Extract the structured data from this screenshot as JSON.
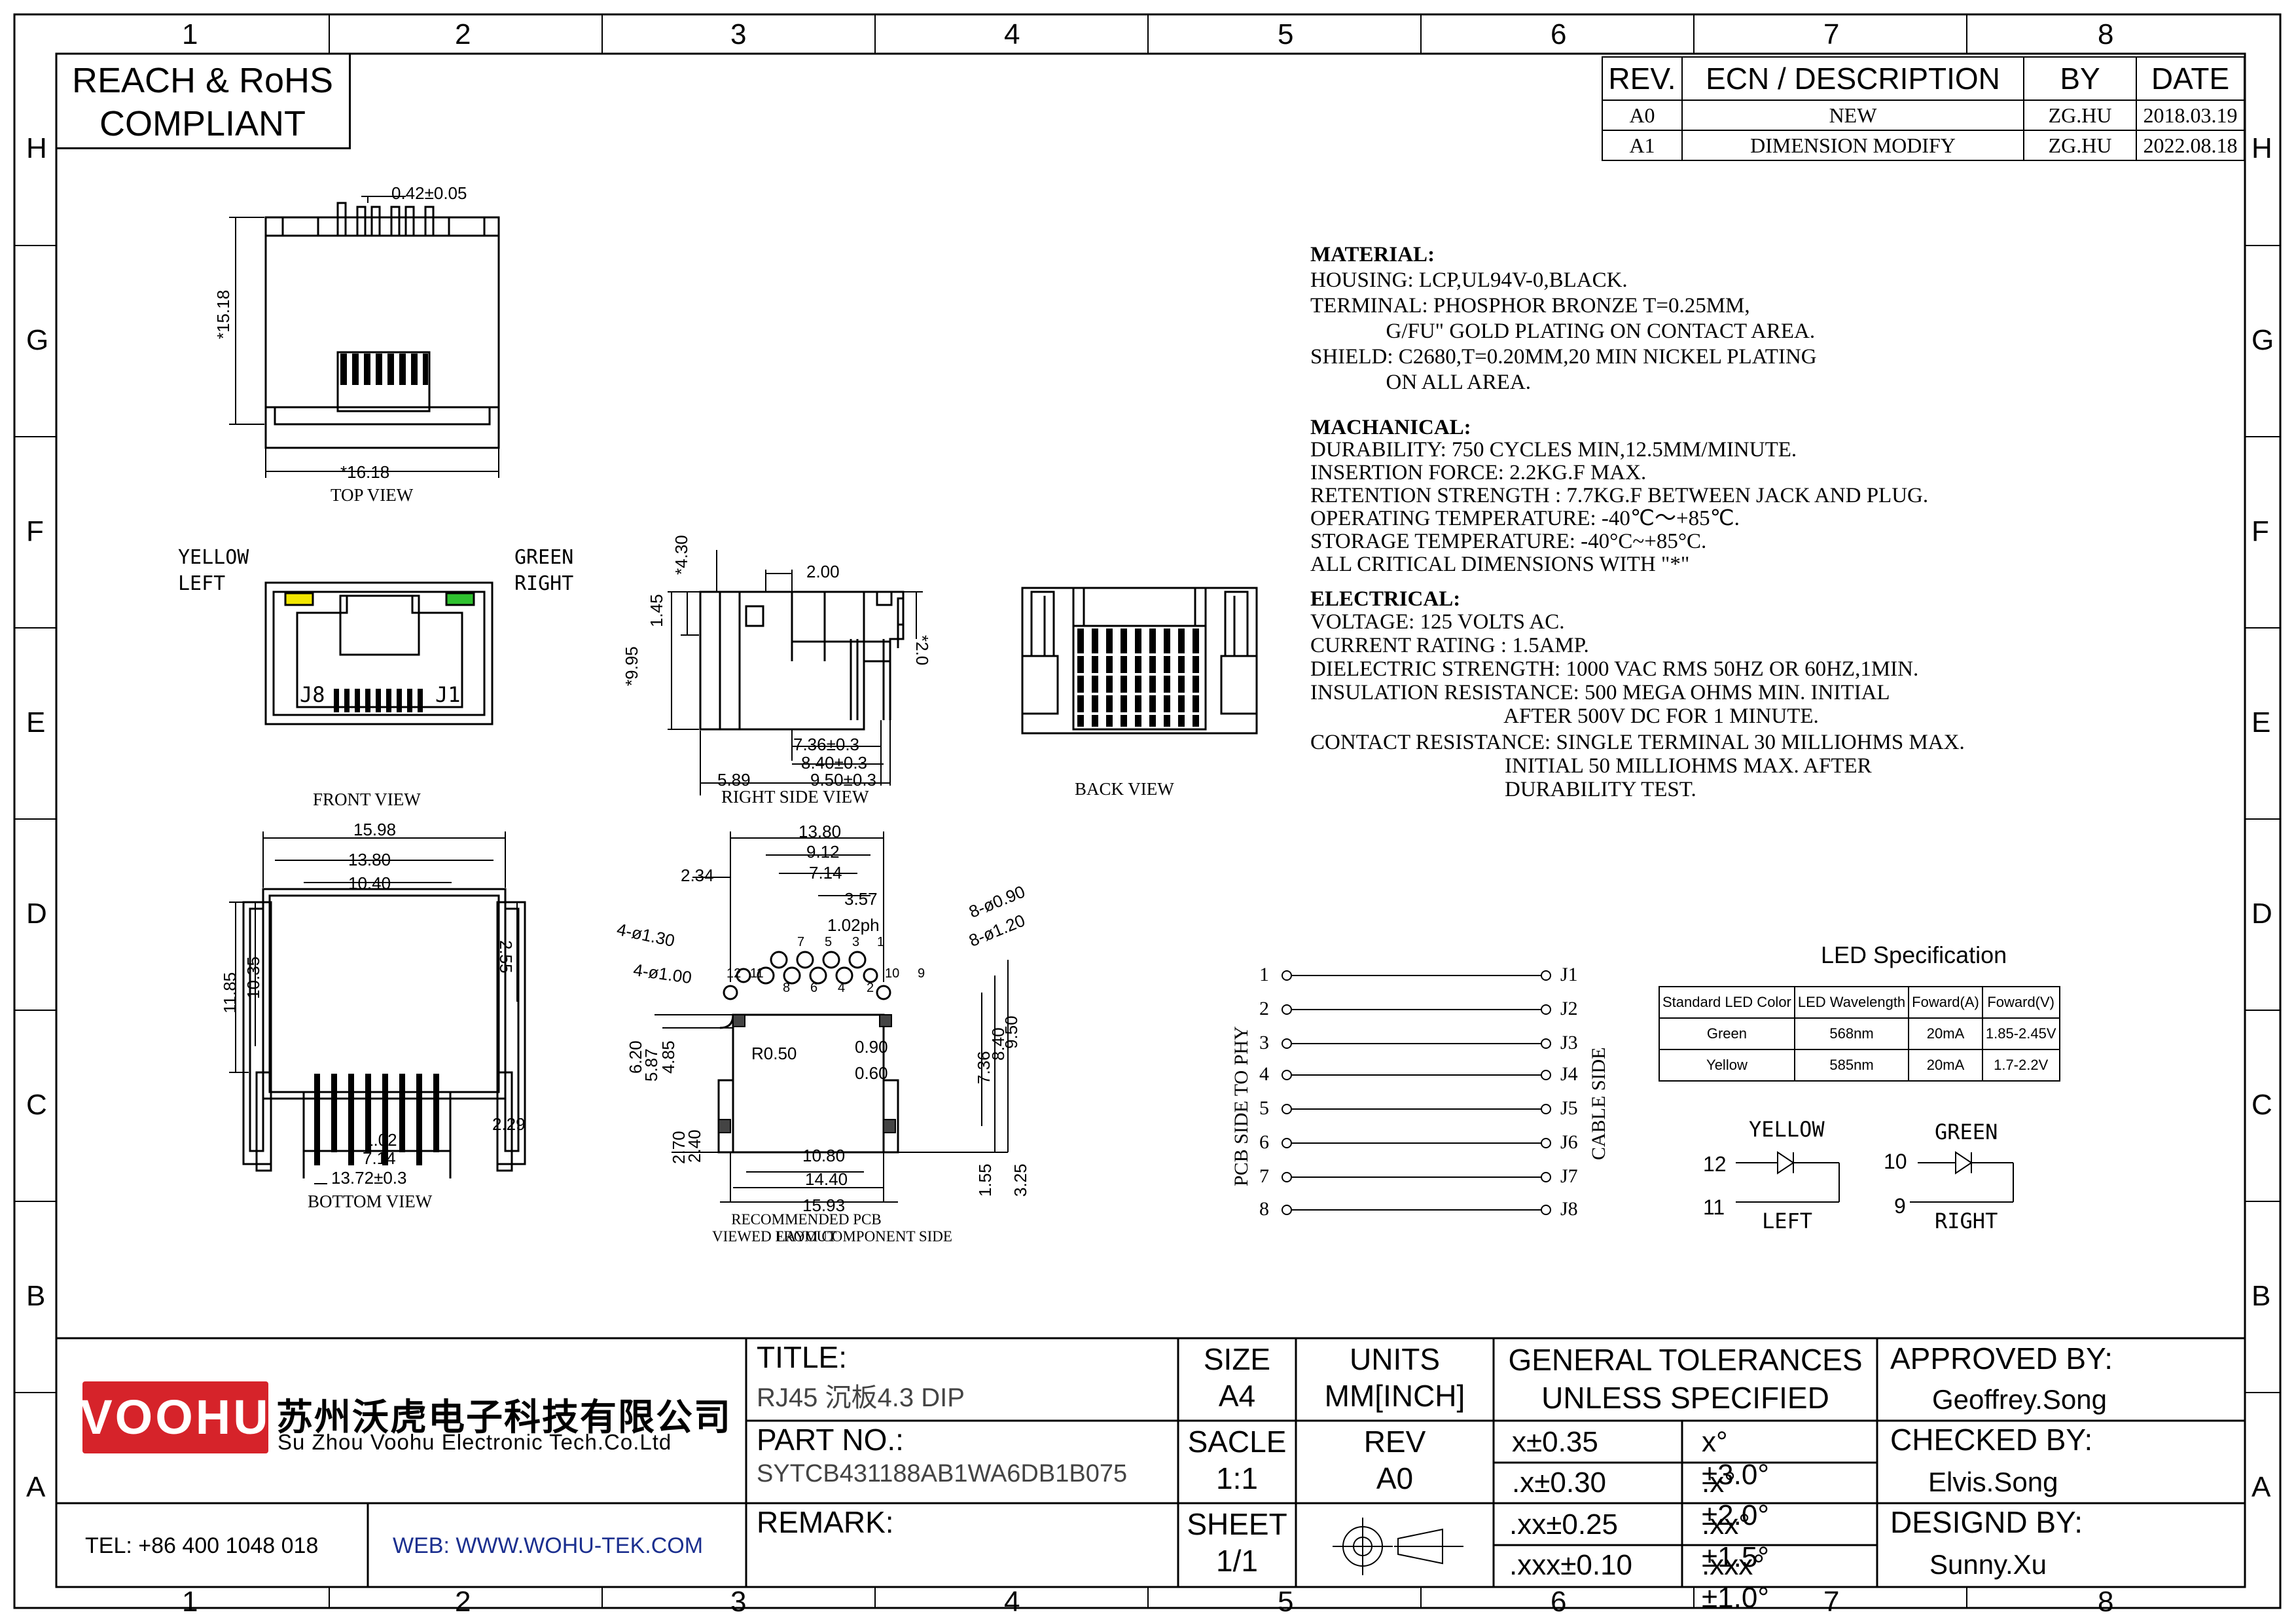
{
  "frame": {
    "cols": [
      "1",
      "2",
      "3",
      "4",
      "5",
      "6",
      "7",
      "8"
    ],
    "rows": [
      "H",
      "G",
      "F",
      "E",
      "D",
      "C",
      "B",
      "A"
    ]
  },
  "compliance": {
    "line1": "REACH & RoHS",
    "line2": "COMPLIANT"
  },
  "revision_table": {
    "headers": [
      "REV.",
      "ECN / DESCRIPTION",
      "BY",
      "DATE"
    ],
    "rows": [
      [
        "A0",
        "NEW",
        "ZG.HU",
        "2018.03.19"
      ],
      [
        "A1",
        "DIMENSION MODIFY",
        "ZG.HU",
        "2022.08.18"
      ]
    ]
  },
  "notes": {
    "material_title": "MATERIAL:",
    "material": [
      "HOUSING: LCP,UL94V-0,BLACK.",
      "TERMINAL: PHOSPHOR BRONZE T=0.25MM,",
      "              G/FU\" GOLD PLATING ON CONTACT AREA.",
      "SHIELD: C2680,T=0.20MM,20 MIN NICKEL PLATING",
      "              ON ALL AREA."
    ],
    "mechanical_title": "MACHANICAL:",
    "mechanical": [
      "DURABILITY: 750 CYCLES MIN,12.5MM/MINUTE.",
      "INSERTION FORCE: 2.2KG.F MAX.",
      "RETENTION STRENGTH : 7.7KG.F BETWEEN JACK AND PLUG.",
      "OPERATING TEMPERATURE: -40℃～+85℃.",
      "STORAGE TEMPERATURE: -40°C~+85°C.",
      "ALL CRITICAL DIMENSIONS WITH \"*\""
    ],
    "electrical_title": "ELECTRICAL:",
    "electrical": [
      "VOLTAGE: 125 VOLTS AC.",
      "CURRENT RATING : 1.5AMP.",
      "DIELECTRIC STRENGTH: 1000 VAC RMS 50HZ OR 60HZ,1MIN.",
      "INSULATION RESISTANCE: 500 MEGA OHMS MIN. INITIAL",
      "                                    AFTER 500V DC FOR 1 MINUTE.",
      "CONTACT RESISTANCE: SINGLE TERMINAL 30 MILLIOHMS MAX.",
      "                                    INITIAL 50 MILLIOHMS MAX. AFTER",
      "                                    DURABILITY TEST."
    ]
  },
  "views": {
    "top": {
      "label": "TOP VIEW",
      "dims": [
        "0.42±0.05",
        "*15.18",
        "*16.18"
      ]
    },
    "front": {
      "label": "FRONT VIEW",
      "yellow": "YELLOW",
      "left": "LEFT",
      "green": "GREEN",
      "right": "RIGHT",
      "j8": "J8",
      "j1": "J1"
    },
    "right_side": {
      "label": "RIGHT SIDE VIEW",
      "dims": [
        "2.00",
        "*4.30",
        "1.45",
        "*9.95",
        "*2.0",
        "7.36±0.3",
        "8.40±0.3",
        "9.50±0.3",
        "5.89"
      ]
    },
    "back": {
      "label": "BACK VIEW"
    },
    "bottom": {
      "label": "BOTTOM VIEW",
      "dims": [
        "15.98",
        "13.80",
        "10.40",
        "11.85",
        "10.35",
        "2.55",
        "1.02",
        "7.14",
        "13.72±0.3",
        "2.29"
      ]
    },
    "pcb": {
      "label1": "RECOMMENDED PCB LAYOUT",
      "label2": "VIEWED FROM COMPONENT SIDE",
      "dims": [
        "13.80",
        "9.12",
        "7.14",
        "3.57",
        "1.02ph",
        "2.34",
        "4-ø1.30",
        "4-ø1.00",
        "8-ø0.90",
        "8-ø1.20",
        "R0.50",
        "0.90",
        "0.60",
        "6.20",
        "5.87",
        "4.85",
        "7.36",
        "8.40",
        "9.50",
        "2.70",
        "2.40",
        "10.80",
        "14.40",
        "15.93",
        "1.55",
        "3.25"
      ],
      "pin_labels": [
        "12",
        "11",
        "8",
        "7",
        "6",
        "5",
        "4",
        "3",
        "2",
        "1",
        "10",
        "9"
      ]
    }
  },
  "wiring": {
    "left_pins": [
      "1",
      "2",
      "3",
      "4",
      "5",
      "6",
      "7",
      "8"
    ],
    "right_pins": [
      "J1",
      "J2",
      "J3",
      "J4",
      "J5",
      "J6",
      "J7",
      "J8"
    ],
    "left_label": "PCB SIDE TO PHY",
    "right_label": "CABLE SIDE"
  },
  "led_spec": {
    "title": "LED Specification",
    "headers": [
      "Standard LED Color",
      "LED Wavelength",
      "Foward(A)",
      "Foward(V)"
    ],
    "rows": [
      [
        "Green",
        "568nm",
        "20mA",
        "1.85-2.45V"
      ],
      [
        "Yellow",
        "585nm",
        "20mA",
        "1.7-2.2V"
      ]
    ],
    "yellow": "YELLOW",
    "green": "GREEN",
    "left": "LEFT",
    "right": "RIGHT",
    "pins": [
      "12",
      "11",
      "10",
      "9"
    ]
  },
  "title_block": {
    "company_cn": "苏州沃虎电子科技有限公司",
    "company_en": "Su Zhou Voohu Electronic Tech.Co.Ltd",
    "logo": "VOOHU",
    "tel": "TEL: +86 400 1048 018",
    "web": "WEB: WWW.WOHU-TEK.COM",
    "title_label": "TITLE:",
    "title_value": "RJ45 沉板4.3 DIP",
    "part_label": "PART NO.:",
    "part_value": "SYTCB431188AB1WA6DB1B075",
    "remark_label": "REMARK:",
    "size_label": "SIZE",
    "size_value": "A4",
    "units_label": "UNITS",
    "units_value": "MM[INCH]",
    "scale_label": "SACLE",
    "scale_value": "1:1",
    "rev_label": "REV",
    "rev_value": "A0",
    "sheet_label": "SHEET",
    "sheet_value": "1/1",
    "tol_title1": "GENERAL TOLERANCES",
    "tol_title2": "UNLESS SPECIFIED",
    "tolerances": [
      [
        "x±0.35",
        "x°±3.0°"
      ],
      [
        ".x±0.30",
        ".x°±2.0°"
      ],
      [
        ".xx±0.25",
        ".xx°±1.5°"
      ],
      [
        ".xxx±0.10",
        ".xxx°±1.0°"
      ]
    ],
    "approved_label": "APPROVED BY:",
    "approved_value": "Geoffrey.Song",
    "checked_label": "CHECKED BY:",
    "checked_value": "Elvis.Song",
    "designed_label": "DESIGND BY:",
    "designed_value": "Sunny.Xu"
  },
  "colors": {
    "logo_red": "#d6232a",
    "led_yellow": "#f2e600",
    "led_green": "#2fc22f",
    "web_blue": "#1b2f8f"
  }
}
